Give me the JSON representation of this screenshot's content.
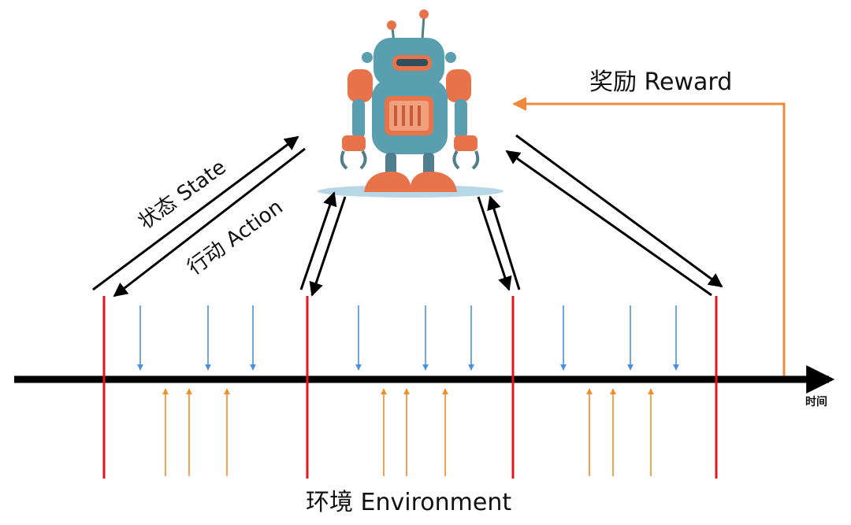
{
  "labels": {
    "reward": "奖励 Reward",
    "state": "状态 State",
    "action": "行动 Action",
    "environment": "环境 Environment",
    "time_axis": "时间"
  },
  "colors": {
    "timeline": "#000000",
    "step_marker": "#e8141b",
    "reward_arrow": "#ef8a3c",
    "down_arrows": "#4a90e2",
    "up_arrows": "#f28c28",
    "agent_link": "#000000",
    "robot_body": "#5a9fb0",
    "robot_accent": "#e8734a",
    "robot_platform": "#b7d7e6"
  },
  "icons": {
    "agent": "robot-icon"
  }
}
